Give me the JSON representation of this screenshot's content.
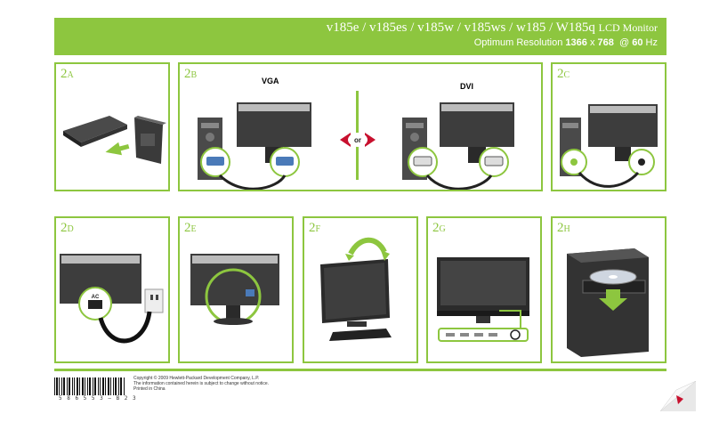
{
  "header": {
    "models": "v185e / v185es / v185w / v185ws / w185 / W185q",
    "product": "LCD Monitor",
    "resolution_label": "Optimum Resolution",
    "resolution_w": "1366",
    "resolution_x": "x",
    "resolution_h": "768",
    "refresh": "@",
    "refresh_value": "60",
    "refresh_unit": "Hz"
  },
  "panels": {
    "p2a": {
      "num": "2",
      "letter": "A"
    },
    "p2b": {
      "num": "2",
      "letter": "B",
      "vga": "VGA",
      "dvi": "DVI",
      "or": "or"
    },
    "p2c": {
      "num": "2",
      "letter": "C"
    },
    "p2d": {
      "num": "2",
      "letter": "D",
      "ac": "AC"
    },
    "p2e": {
      "num": "2",
      "letter": "E"
    },
    "p2f": {
      "num": "2",
      "letter": "F"
    },
    "p2g": {
      "num": "2",
      "letter": "G"
    },
    "p2h": {
      "num": "2",
      "letter": "H"
    }
  },
  "footer": {
    "barcode_number": "5 8 6 5 5 3 – B 2 3",
    "copyright_1": "Copyright © 2009 Hewlett-Packard Development Company, L.P.",
    "copyright_2": "The information contained herein is subject to change without notice.",
    "copyright_3": "Printed in China"
  },
  "colors": {
    "accent": "#8dc63f",
    "arrow": "#c8102e"
  }
}
